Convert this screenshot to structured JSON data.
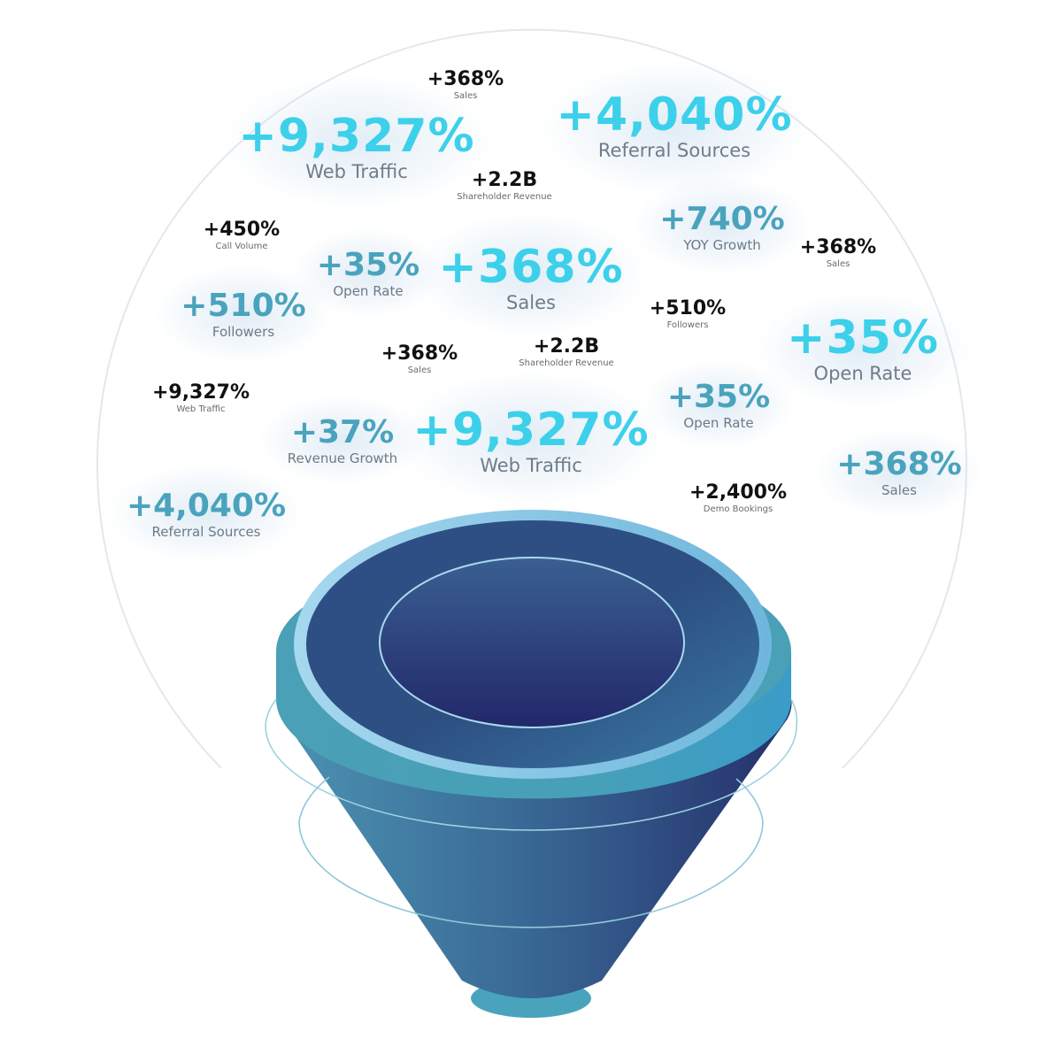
{
  "stats": [
    {
      "value": "+368%",
      "label": "Sales",
      "size": "sm"
    },
    {
      "value": "+4,040%",
      "label": "Referral Sources",
      "size": "lg"
    },
    {
      "value": "+9,327%",
      "label": "Web Traffic",
      "size": "lg"
    },
    {
      "value": "+2.2B",
      "label": "Shareholder Revenue",
      "size": "sm"
    },
    {
      "value": "+740%",
      "label": "YOY Growth",
      "size": "md"
    },
    {
      "value": "+450%",
      "label": "Call Volume",
      "size": "sm"
    },
    {
      "value": "+368%",
      "label": "Sales",
      "size": "sm"
    },
    {
      "value": "+35%",
      "label": "Open Rate",
      "size": "md"
    },
    {
      "value": "+368%",
      "label": "Sales",
      "size": "lg"
    },
    {
      "value": "+510%",
      "label": "Followers",
      "size": "md"
    },
    {
      "value": "+510%",
      "label": "Followers",
      "size": "sm"
    },
    {
      "value": "+35%",
      "label": "Open Rate",
      "size": "lg"
    },
    {
      "value": "+368%",
      "label": "Sales",
      "size": "sm"
    },
    {
      "value": "+2.2B",
      "label": "Shareholder Revenue",
      "size": "sm"
    },
    {
      "value": "+9,327%",
      "label": "Web Traffic",
      "size": "sm"
    },
    {
      "value": "+35%",
      "label": "Open Rate",
      "size": "md"
    },
    {
      "value": "+37%",
      "label": "Revenue Growth",
      "size": "md"
    },
    {
      "value": "+9,327%",
      "label": "Web Traffic",
      "size": "lg"
    },
    {
      "value": "+368%",
      "label": "Sales",
      "size": "md"
    },
    {
      "value": "+4,040%",
      "label": "Referral Sources",
      "size": "md"
    },
    {
      "value": "+2,400%",
      "label": "Demo Bookings",
      "size": "sm"
    }
  ],
  "colors": {
    "cyan": "#3dd0ea",
    "teal": "#4aa3bd",
    "navy": "#26306a",
    "funnel_rim": "#7cc4e4"
  }
}
